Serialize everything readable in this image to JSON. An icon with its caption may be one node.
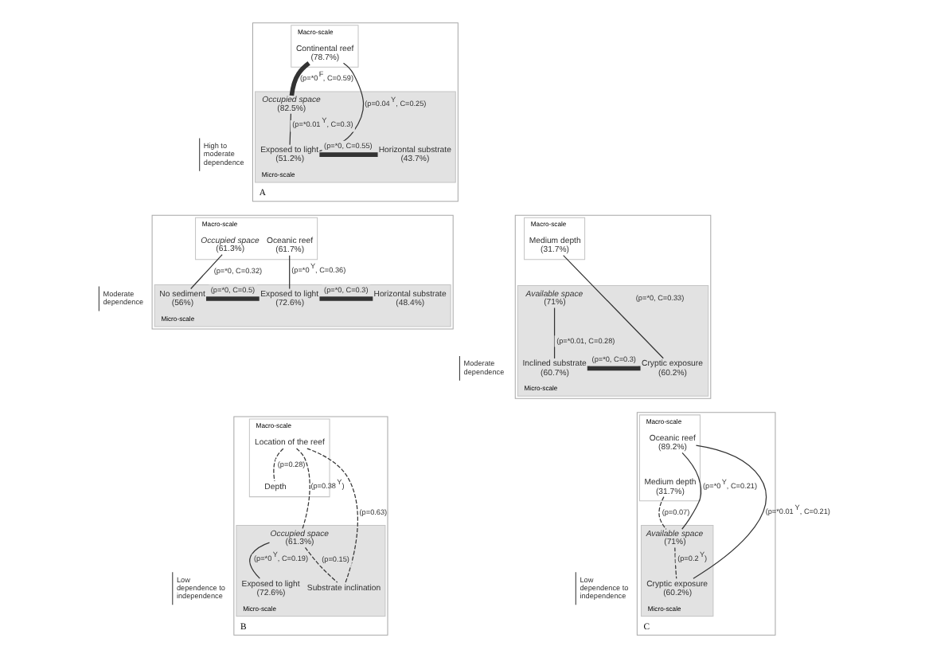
{
  "diagram": {
    "nodes": [
      {
        "text": [
          "A"
        ],
        "beside": [
          "High to moderate dependence"
        ]
      },
      {
        "text": [
          "Macro-scale"
        ],
        "in": 0
      },
      {
        "text": [
          "Micro-scale"
        ],
        "in": 0
      },
      {
        "text": [
          "Continental reef",
          "(78.7%)"
        ],
        "in": 1
      },
      {
        "text": [
          "Occupied space",
          "(82.5%)"
        ],
        "in": 2
      },
      {
        "text": [
          "Exposed to light",
          "(51.2%)"
        ],
        "in": 2
      },
      {
        "text": [
          "Horizontal substrate",
          "(43.7%)"
        ],
        "in": 2
      },
      {
        "text": [],
        "shape": "box",
        "beside": [
          "Moderate dependence"
        ]
      },
      {
        "text": [
          "Macro-scale"
        ],
        "in": 7
      },
      {
        "text": [
          "Micro-scale"
        ],
        "in": 7
      },
      {
        "text": [
          "Oceanic reef",
          "(61.7%)"
        ],
        "in": 8
      },
      {
        "text": [
          "Occupied space",
          "(61.3%)"
        ],
        "in": 8
      },
      {
        "text": [
          "No sediment",
          "(56%)"
        ],
        "in": 9
      },
      {
        "text": [
          "Exposed to light",
          "(72.6%)"
        ],
        "in": 9
      },
      {
        "text": [
          "Horizontal substrate",
          "(48.4%)"
        ],
        "in": 9
      },
      {
        "text": [
          "B"
        ],
        "beside": [
          "Low dependence to independence"
        ]
      },
      {
        "text": [
          "Macro-scale"
        ],
        "in": 15
      },
      {
        "text": [
          "Micro-scale"
        ],
        "in": 15
      },
      {
        "text": [
          "Location of the reef"
        ],
        "in": 16
      },
      {
        "text": [
          "Depth"
        ],
        "in": 16
      },
      {
        "text": [
          "Occupied space",
          "(61.3%)"
        ],
        "in": 17
      },
      {
        "text": [
          "Exposed to light",
          "(72.6%)"
        ],
        "in": 17
      },
      {
        "text": [
          "Substrate inclination"
        ],
        "in": 17
      },
      {
        "text": [],
        "shape": "box",
        "beside": [
          "Moderate dependence"
        ]
      },
      {
        "text": [
          "Macro-scale"
        ],
        "in": 23
      },
      {
        "text": [
          "Micro-scale"
        ],
        "in": 23
      },
      {
        "text": [
          "Medium depth",
          "(31.7%)"
        ],
        "in": 24
      },
      {
        "text": [
          "Available space",
          "(71%)"
        ],
        "in": 25
      },
      {
        "text": [
          "Cryptic exposure",
          "(60.2%)"
        ],
        "in": 25
      },
      {
        "text": [
          "Inclined substrate",
          "(60.7%)"
        ],
        "in": 25
      },
      {
        "text": [
          "C"
        ],
        "beside": [
          "Low dependence to independence"
        ]
      },
      {
        "text": [
          "Macro-scale"
        ],
        "in": 30
      },
      {
        "text": [
          "Micro-scale"
        ],
        "in": 30
      },
      {
        "text": [
          "Oceanic reef",
          "(89.2%)"
        ],
        "in": 31
      },
      {
        "text": [
          "Medium depth",
          "(31.7%)"
        ],
        "in": 31
      },
      {
        "text": [
          "Available space",
          "(71%)"
        ],
        "in": 32
      },
      {
        "text": [
          "Cryptic exposure",
          "(60.2%)"
        ],
        "in": 32
      }
    ],
    "edges": [
      {
        "from": 3,
        "to": 4,
        "arrow": "none",
        "label": "(p=*0$^{F}$, C=0.59)",
        "style": "thick"
      },
      {
        "from": 3,
        "to": 5,
        "arrow": "none",
        "label": "(p=0.04$^{Y}$, C=0.25)"
      },
      {
        "from": 4,
        "to": 5,
        "arrow": "none",
        "label": "(p=*0.01$^{Y}$, C=0.3)"
      },
      {
        "from": 5,
        "to": 6,
        "arrow": "none",
        "label": "(p=*0, C=0.55)",
        "style": "thick"
      },
      {
        "from": 11,
        "to": 12,
        "arrow": "none",
        "label": "(p=*0, C=0.32)"
      },
      {
        "from": 10,
        "to": 13,
        "arrow": "none",
        "label": "(p=*0$^{Y}$, C=0.36)"
      },
      {
        "from": 12,
        "to": 13,
        "arrow": "none",
        "label": "(p=*0, C=0.5)",
        "style": "thick"
      },
      {
        "from": 13,
        "to": 14,
        "arrow": "none",
        "label": "(p=*0, C=0.3)",
        "style": "thick"
      },
      {
        "from": 18,
        "to": 19,
        "arrow": "none",
        "label": "(p=0.28)",
        "style": "dashed"
      },
      {
        "from": 18,
        "to": 20,
        "arrow": "none",
        "label": "(p=0.38$^{Y}$)",
        "style": "dashed"
      },
      {
        "from": 18,
        "to": 22,
        "arrow": "none",
        "label": "(p=0.63)",
        "style": "dashed"
      },
      {
        "from": 20,
        "to": 22,
        "arrow": "none",
        "label": "(p=0.15)",
        "style": "dashed"
      },
      {
        "from": 20,
        "to": 21,
        "arrow": "none",
        "label": "(p=*0$^{Y}$, C=0.19)"
      },
      {
        "from": 26,
        "to": 28,
        "arrow": "none",
        "label": "(p=*0, C=0.33)"
      },
      {
        "from": 27,
        "to": 29,
        "arrow": "none",
        "label": "(p=*0.01, C=0.28)"
      },
      {
        "from": 28,
        "to": 29,
        "arrow": "none",
        "label": "(p=*0, C=0.3)",
        "style": "thick"
      },
      {
        "from": 33,
        "to": 35,
        "arrow": "none",
        "label": "(p=*0$^{Y}$, C=0.21)"
      },
      {
        "from": 34,
        "to": 35,
        "arrow": "none",
        "label": "(p=0.07)",
        "style": "dashed"
      },
      {
        "from": 35,
        "to": 36,
        "arrow": "none",
        "label": "(p=0.2$^{Y}$)",
        "style": "dashed"
      },
      {
        "from": 33,
        "to": 36,
        "arrow": "none",
        "label": "(p=*0.01$^{Y}$, C=0.21)"
      }
    ]
  }
}
